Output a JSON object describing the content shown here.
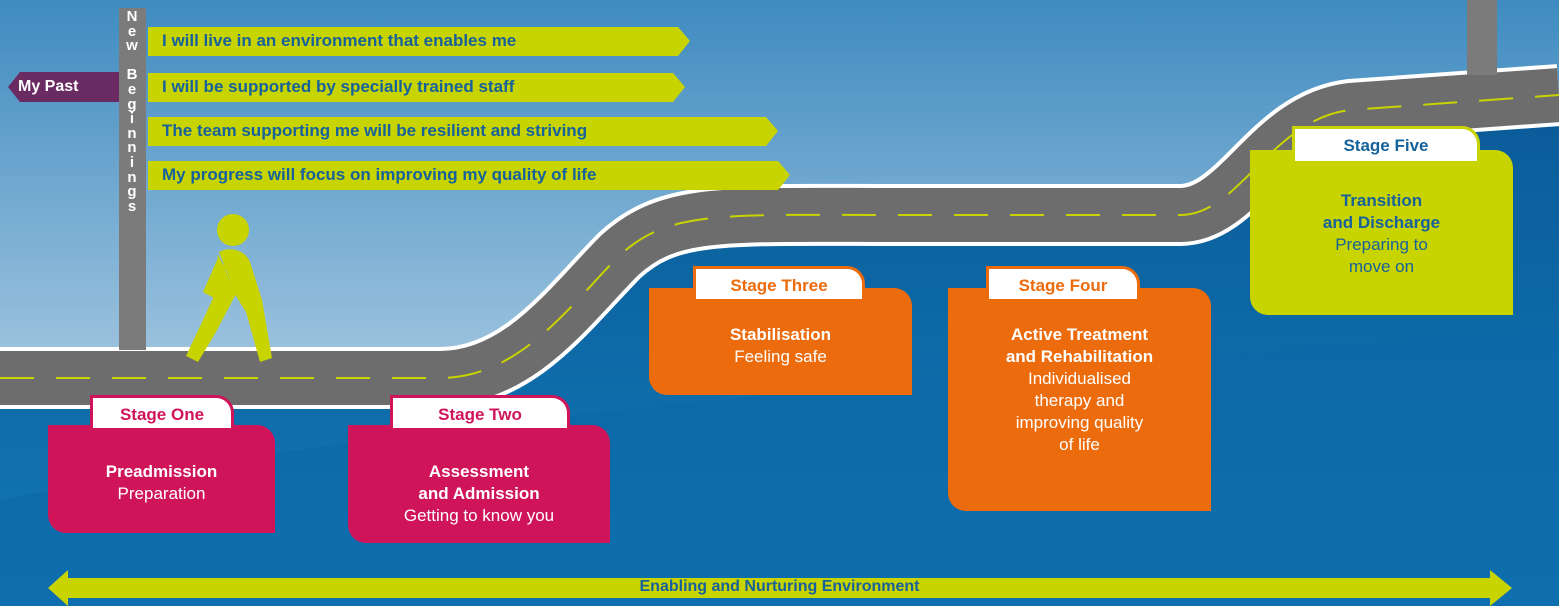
{
  "colors": {
    "sky_top": "#3f8bc0",
    "sky_bottom": "#dde9f3",
    "ground": "#0d67a8",
    "road": "#6d6d6d",
    "road_edge": "#ffffff",
    "dash": "#c8d400",
    "lime": "#c8d400",
    "magenta": "#d0145a",
    "orange": "#ec6b0c",
    "purple": "#6a2a62",
    "post": "#7b7b7b",
    "sign_text": "#17629a"
  },
  "post": {
    "label": "New Beginnings",
    "letters": [
      "N",
      "e",
      "w",
      "",
      "B",
      "e",
      "g",
      "i",
      "n",
      "n",
      "i",
      "n",
      "g",
      "s"
    ]
  },
  "past_sign": "My Past",
  "signs": [
    "I will live in an environment that enables me",
    "I will be supported by specially trained staff",
    "The team supporting me will be resilient and striving",
    "My progress will focus on improving my quality of life"
  ],
  "stages": [
    {
      "tab": "Stage One",
      "title": [
        "Preadmission"
      ],
      "subtitle": [
        "Preparation"
      ],
      "color": "#d0145a"
    },
    {
      "tab": "Stage Two",
      "title": [
        "Assessment",
        "and Admission"
      ],
      "subtitle": [
        "Getting to know you"
      ],
      "color": "#d0145a"
    },
    {
      "tab": "Stage Three",
      "title": [
        "Stabilisation"
      ],
      "subtitle": [
        "Feeling safe"
      ],
      "color": "#ec6b0c"
    },
    {
      "tab": "Stage Four",
      "title": [
        "Active Treatment",
        "and Rehabilitation"
      ],
      "subtitle": [
        "Individualised",
        "therapy and",
        "improving quality",
        "of life"
      ],
      "color": "#ec6b0c"
    },
    {
      "tab": "Stage Five",
      "title": [
        "Transition",
        "and Discharge"
      ],
      "subtitle": [
        "Preparing to",
        "move on"
      ],
      "color": "#c8d400"
    }
  ],
  "bottom_arrow": "Enabling and Nurturing Environment"
}
